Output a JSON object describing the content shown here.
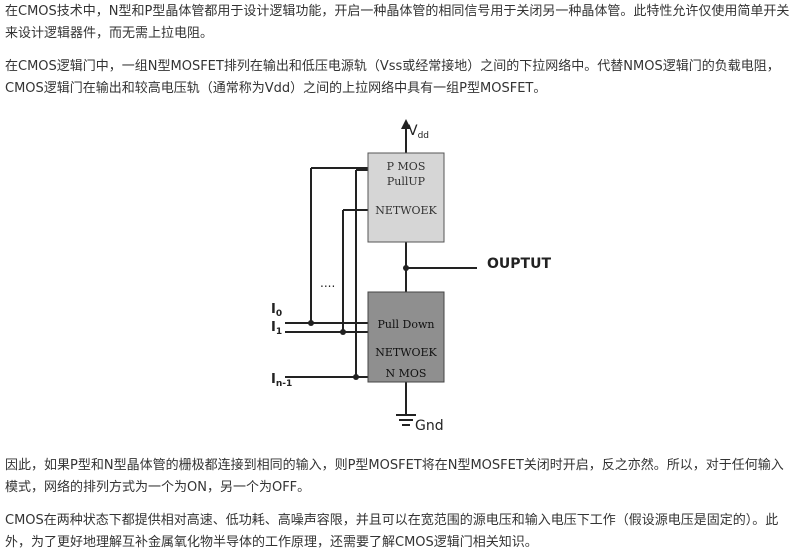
{
  "article": {
    "paragraph1": "在CMOS技术中，N型和P型晶体管都用于设计逻辑功能，开启一种晶体管的相同信号用于关闭另一种晶体管。此特性允许仅使用简单开关来设计逻辑器件，而无需上拉电阻。",
    "paragraph2": "在CMOS逻辑门中，一组N型MOSFET排列在输出和低压电源轨（Vss或经常接地）之间的下拉网络中。代替NMOS逻辑门的负载电阻，CMOS逻辑门在输出和较高电压轨（通常称为Vdd）之间的上拉网络中具有一组P型MOSFET。",
    "paragraph3": "因此，如果P型和N型晶体管的栅极都连接到相同的输入，则P型MOSFET将在N型MOSFET关闭时开启，反之亦然。所以，对于任何输入模式，网络的排列方式为一个为ON，另一个为OFF。",
    "paragraph4": "CMOS在两种状态下都提供相对高速、低功耗、高噪声容限，并且可以在宽范围的源电压和输入电压下工作（假设源电压是固定的）。此外，为了更好地理解互补金属氧化物半导体的工作原理，还需要了解CMOS逻辑门相关知识。"
  },
  "diagram": {
    "vdd_main": "V",
    "vdd_sub": "dd",
    "pmos_line1": "P MOS",
    "pmos_line2": "PullUP",
    "pmos_line3": "NETWOEK",
    "output": "OUPTUT",
    "dots": "....",
    "nmos_line1": "Pull Down",
    "nmos_line2": "NETWOEK",
    "nmos_line3": "N MOS",
    "gnd": "Gnd",
    "in0_main": "I",
    "in0_sub": "0",
    "in1_main": "I",
    "in1_sub": "1",
    "inn_main": "I",
    "inn_sub": "n-1",
    "colors": {
      "pmos_fill": "#d6d6d6",
      "nmos_fill": "#8f8f8f",
      "wire": "#222222"
    }
  }
}
